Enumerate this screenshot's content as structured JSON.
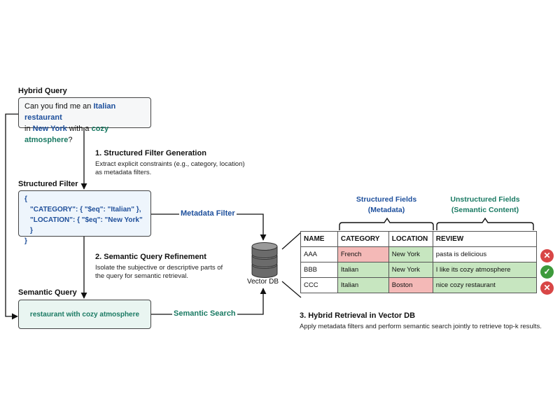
{
  "hybrid_query": {
    "label": "Hybrid Query",
    "parts": [
      {
        "text": "Can you find me an ",
        "style": "plain"
      },
      {
        "text": "Italian restaurant",
        "style": "blue"
      },
      {
        "text": "in ",
        "style": "plain"
      },
      {
        "text": "New York",
        "style": "blue"
      },
      {
        "text": " with a ",
        "style": "plain"
      },
      {
        "text": "cozy atmosphere",
        "style": "green"
      },
      {
        "text": "?",
        "style": "plain"
      }
    ]
  },
  "step1": {
    "title": "1. Structured Filter Generation",
    "desc_line1": "Extract explicit constraints (e.g., category, location)",
    "desc_line2": "as metadata filters."
  },
  "structured_filter": {
    "label": "Structured Filter",
    "line1": "{",
    "line2": "\"CATEGORY\": { \"$eq\": \"Italian\" },",
    "line3": "\"LOCATION\": { \"$eq\": \"New York\" }",
    "line4": "}"
  },
  "metadata_filter_label": "Metadata Filter",
  "step2": {
    "title": "2. Semantic Query Refinement",
    "desc_line1": "Isolate the subjective or descriptive parts of",
    "desc_line2": "the query for semantic retrieval."
  },
  "semantic_query": {
    "label": "Semantic Query",
    "text": "restaurant with cozy atmosphere"
  },
  "semantic_search_label": "Semantic Search",
  "vector_db_label": "Vector DB",
  "structured_fields": {
    "line1": "Structured Fields",
    "line2": "(Metadata)"
  },
  "unstructured_fields": {
    "line1": "Unstructured Fields",
    "line2": "(Semantic Content)"
  },
  "table": {
    "headers": [
      "NAME",
      "CATEGORY",
      "LOCATION",
      "REVIEW"
    ],
    "rows": [
      {
        "name": "AAA",
        "category": "French",
        "category_match": false,
        "location": "New York",
        "location_match": true,
        "review": "pasta is delicious",
        "result": "✕",
        "retrieved": false
      },
      {
        "name": "BBB",
        "category": "Italian",
        "category_match": true,
        "location": "New York",
        "location_match": true,
        "review": "I like its cozy atmosphere",
        "result": "✓",
        "retrieved": true
      },
      {
        "name": "CCC",
        "category": "Italian",
        "category_match": true,
        "location": "Boston",
        "location_match": false,
        "review": "nice cozy restaurant",
        "result": "✕",
        "retrieved": false
      }
    ]
  },
  "step3": {
    "title": "3. Hybrid Retrieval in Vector DB",
    "desc": "Apply metadata filters and perform semantic search jointly to retrieve top-k results."
  },
  "colors": {
    "blue": "#1d4f9c",
    "green": "#1a7a63",
    "match": "#c7e6c0",
    "mismatch": "#f4b9b7",
    "reject": "#d84646",
    "accept": "#3d9a3b"
  }
}
